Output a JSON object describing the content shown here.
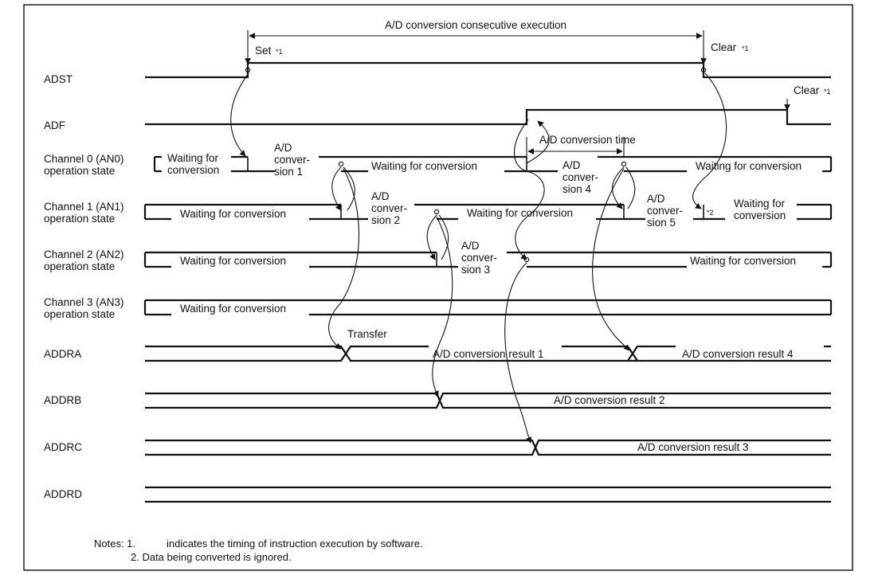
{
  "signals": {
    "adst": "ADST",
    "adf": "ADF",
    "ch0": [
      "Channel 0 (AN0)",
      "operation state"
    ],
    "ch1": [
      "Channel 1 (AN1)",
      "operation state"
    ],
    "ch2": [
      "Channel 2 (AN2)",
      "operation state"
    ],
    "ch3": [
      "Channel 3 (AN3)",
      "operation state"
    ],
    "addra": "ADDRA",
    "addrb": "ADDRB",
    "addrc": "ADDRC",
    "addrd": "ADDRD"
  },
  "top": {
    "consecutive": "A/D conversion consecutive execution",
    "set": "Set",
    "clear": "Clear",
    "note_mark": "*1"
  },
  "states": {
    "waiting": "Waiting for conversion",
    "waiting_split": [
      "Waiting for",
      "conversion"
    ],
    "conv1": [
      "A/D",
      "conver-",
      "sion 1"
    ],
    "conv2": [
      "A/D",
      "conver-",
      "sion 2"
    ],
    "conv3": [
      "A/D",
      "conver-",
      "sion 3"
    ],
    "conv4": [
      "A/D",
      "conver-",
      "sion 4"
    ],
    "conv5": [
      "A/D",
      "conver-",
      "sion 5"
    ],
    "conversion_time": "A/D conversion time",
    "ignored_mark": "*2"
  },
  "registers": {
    "transfer": "Transfer",
    "result1": "A/D conversion result 1",
    "result2": "A/D conversion result 2",
    "result3": "A/D conversion result 3",
    "result4": "A/D conversion result 4"
  },
  "notes": {
    "prefix": "Notes: 1.",
    "note1": "indicates the timing of instruction execution by software.",
    "note2": "2. Data being converted is ignored."
  }
}
